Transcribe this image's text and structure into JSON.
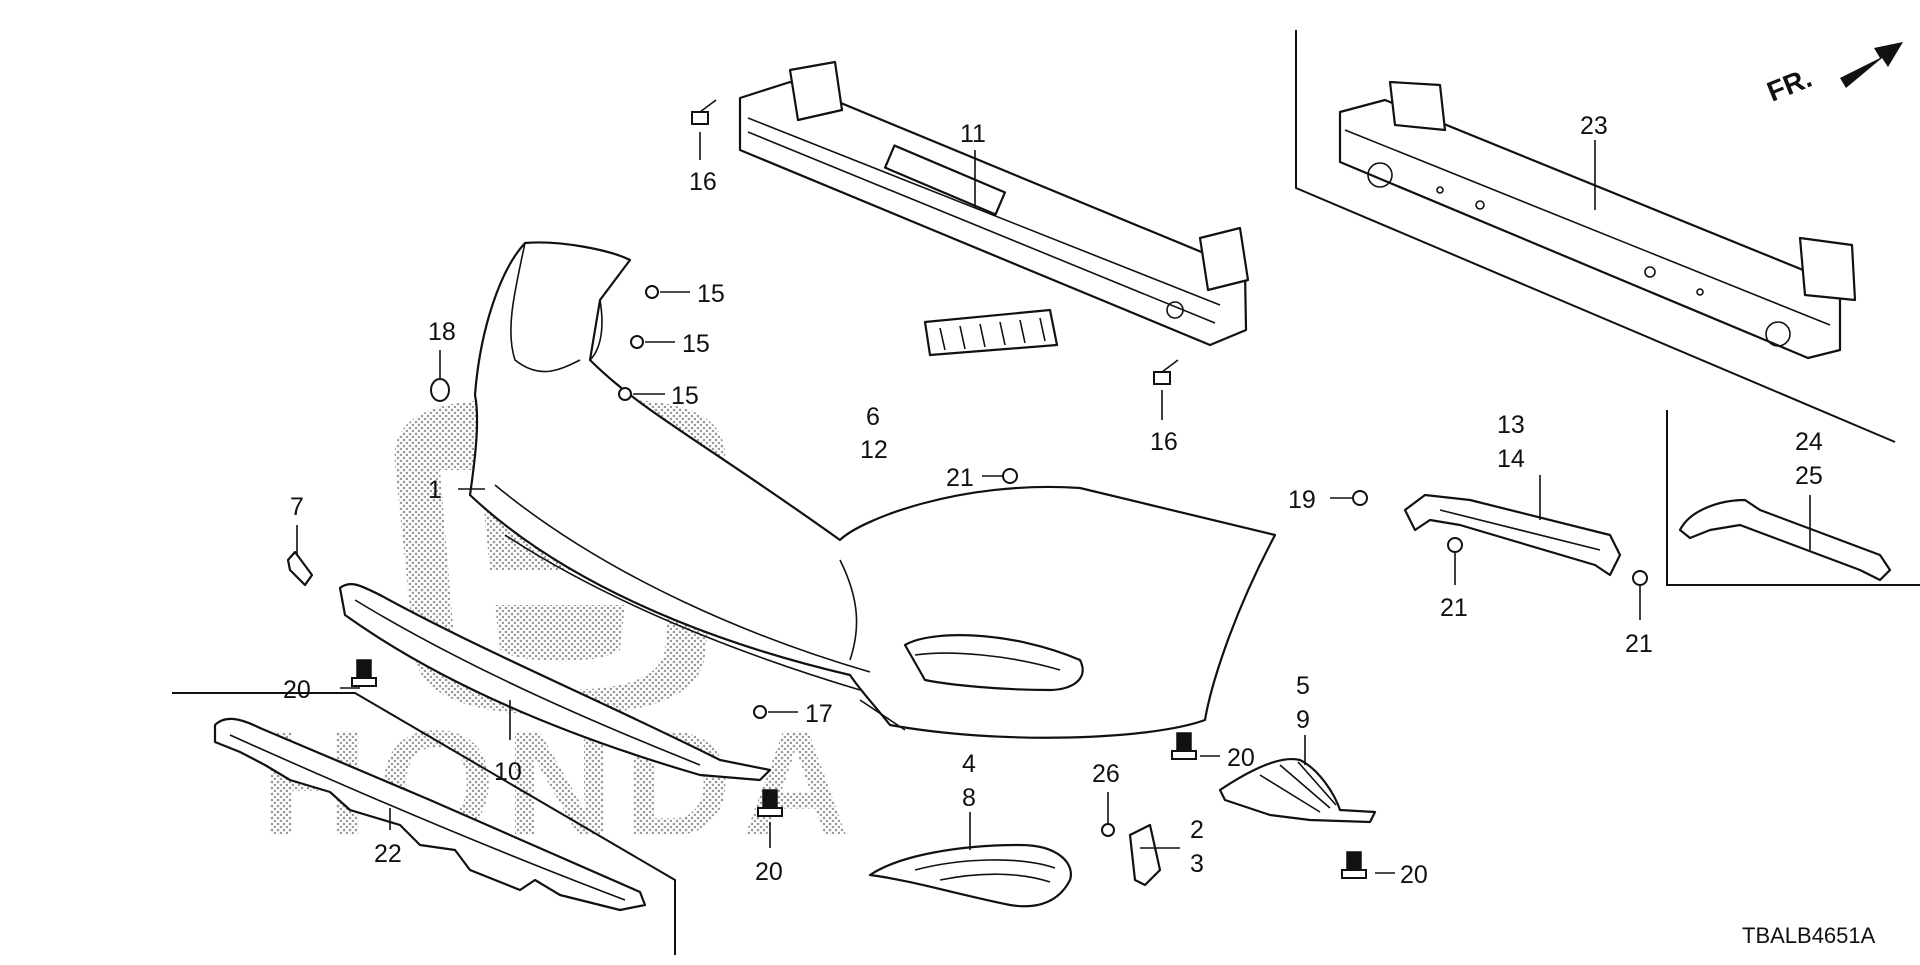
{
  "diagram": {
    "code": "TBALB4651A",
    "direction_label": "FR.",
    "watermark": {
      "logo": "H",
      "wordmark": "HONDA"
    },
    "callouts": {
      "c1": "1",
      "c2": "2",
      "c3": "3",
      "c4": "4",
      "c5": "5",
      "c6": "6",
      "c7": "7",
      "c8": "8",
      "c9": "9",
      "c10": "10",
      "c11": "11",
      "c12": "12",
      "c13": "13",
      "c14": "14",
      "c15a": "15",
      "c15b": "15",
      "c15c": "15",
      "c16a": "16",
      "c16b": "16",
      "c17": "17",
      "c18": "18",
      "c19": "19",
      "c20a": "20",
      "c20b": "20",
      "c20c": "20",
      "c20d": "20",
      "c21a": "21",
      "c21b": "21",
      "c21c": "21",
      "c22": "22",
      "c23": "23",
      "c24": "24",
      "c25": "25",
      "c26": "26"
    }
  }
}
